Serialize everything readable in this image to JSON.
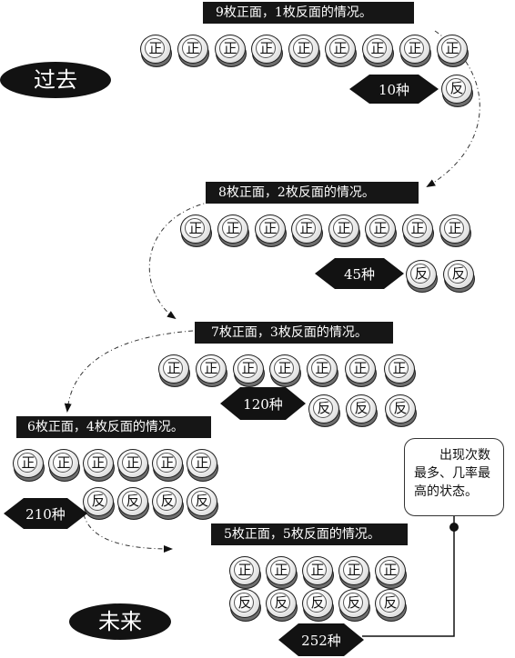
{
  "labels": {
    "past": "过去",
    "future": "未来"
  },
  "coin_faces": {
    "heads": "正",
    "tails": "反"
  },
  "groups": [
    {
      "heads": 9,
      "tails": 1,
      "caption": "9枚正面，1枚反面的情况。",
      "count_label": "10种"
    },
    {
      "heads": 8,
      "tails": 2,
      "caption": "8枚正面，2枚反面的情况。",
      "count_label": "45种"
    },
    {
      "heads": 7,
      "tails": 3,
      "caption": "7枚正面，3枚反面的情况。",
      "count_label": "120种"
    },
    {
      "heads": 6,
      "tails": 4,
      "caption": "6枚正面，4枚反面的情况。",
      "count_label": "210种"
    },
    {
      "heads": 5,
      "tails": 5,
      "caption": "5枚正面，5枚反面的情况。",
      "count_label": "252种"
    }
  ],
  "note": "出现次数最多、几率最高的状态。"
}
